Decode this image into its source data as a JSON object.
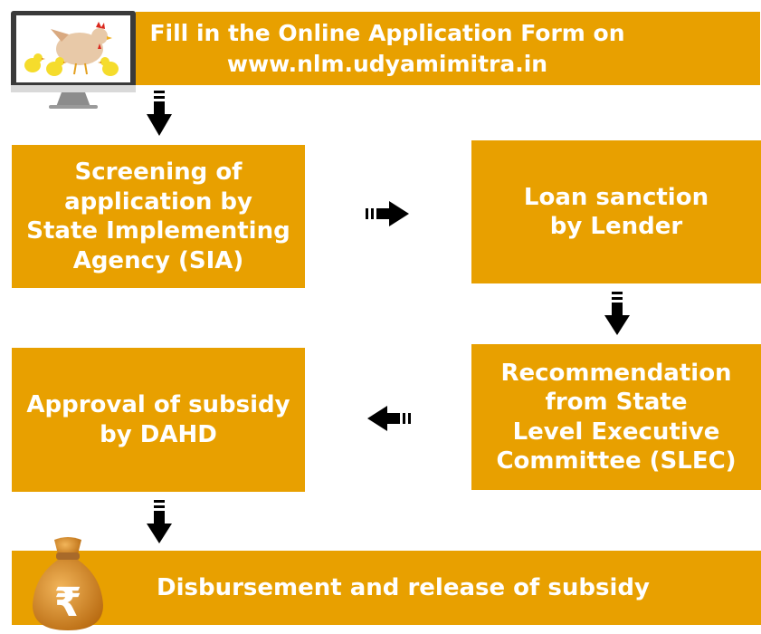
{
  "steps": {
    "step1": {
      "line1": "Fill in the Online Application Form on",
      "line2": "www.nlm.udyamimitra.in"
    },
    "step2": {
      "line1": "Screening of",
      "line2": "application by",
      "line3": "State Implementing",
      "line4": "Agency (SIA)"
    },
    "step3": {
      "line1": "Loan sanction",
      "line2": "by Lender"
    },
    "step4": {
      "line1": "Recommendation",
      "line2": "from State",
      "line3": "Level Executive",
      "line4": "Committee (SLEC)"
    },
    "step5": {
      "line1": "Approval of subsidy",
      "line2": "by DAHD"
    },
    "step6": {
      "line1": "Disbursement and release of subsidy"
    }
  },
  "icons": {
    "monitor": "computer-monitor-with-chickens-icon",
    "moneybag": "rupee-money-bag-icon",
    "arrows": [
      "arrow-down-icon",
      "arrow-right-icon",
      "arrow-down-icon",
      "arrow-left-icon",
      "arrow-down-icon"
    ]
  },
  "symbols": {
    "rupee": "₹"
  },
  "colors": {
    "box_fill": "#E8A000",
    "text": "#FFFFFF",
    "arrow": "#000000"
  }
}
